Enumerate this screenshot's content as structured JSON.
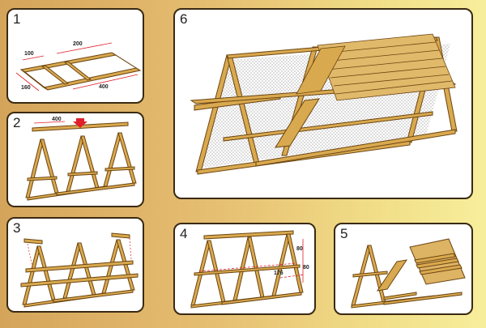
{
  "steps": [
    {
      "number": "1",
      "dims": [
        "100",
        "200",
        "160",
        "400"
      ]
    },
    {
      "number": "2",
      "dims": [
        "400"
      ]
    },
    {
      "number": "3"
    },
    {
      "number": "4",
      "dims": [
        "80",
        "80",
        "176"
      ]
    },
    {
      "number": "5"
    },
    {
      "number": "6"
    }
  ],
  "colors": {
    "wood": "#d9a94f",
    "wood_edge": "#6b4410",
    "mesh": "#b9b9b9",
    "dimension": "#e0202a",
    "arrow": "#e0202a"
  }
}
